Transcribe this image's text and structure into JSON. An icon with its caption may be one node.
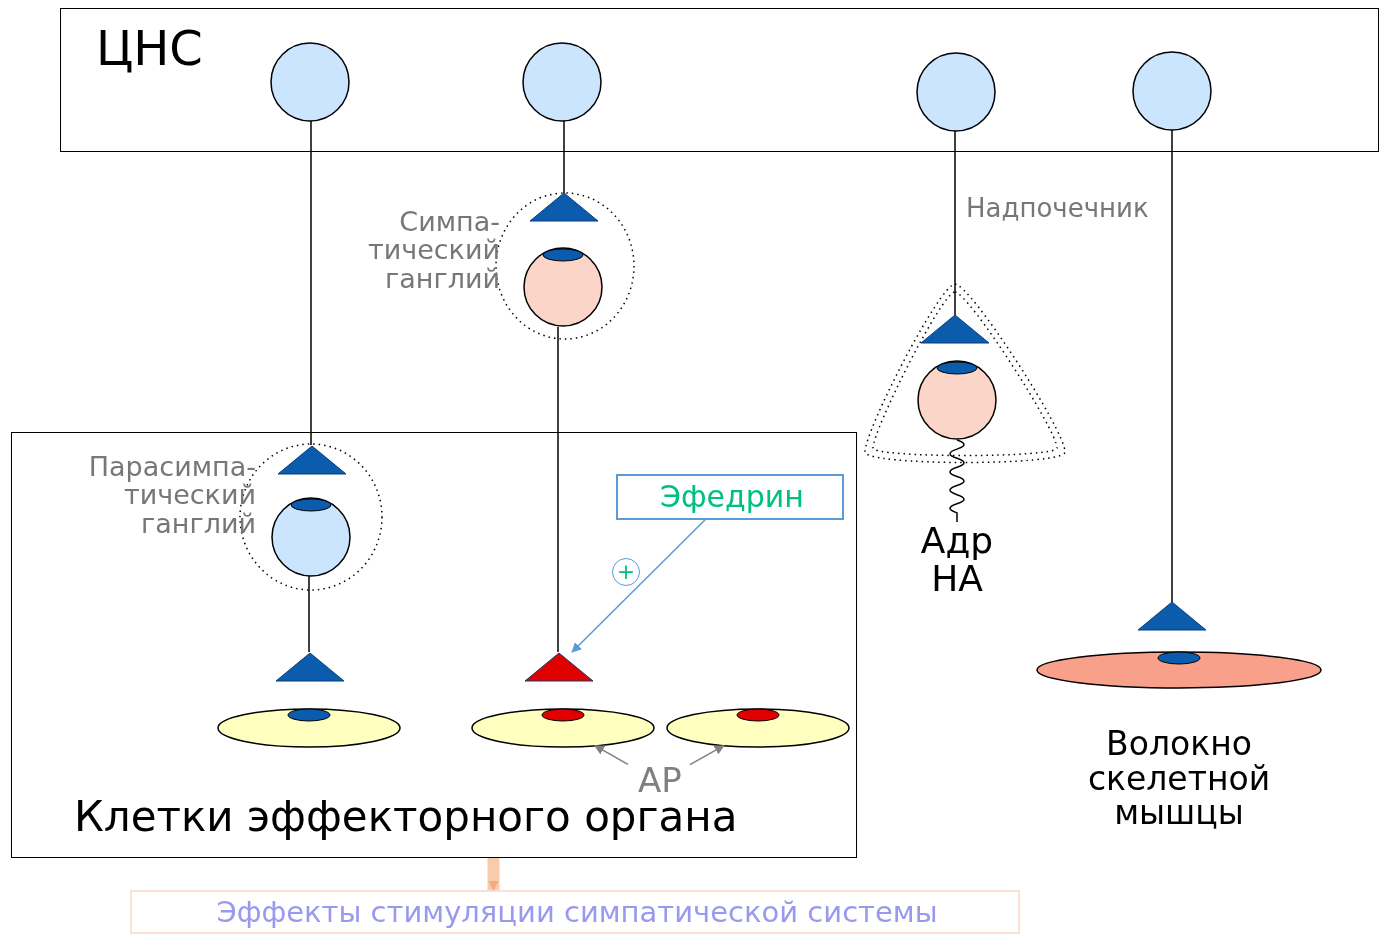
{
  "diagram": {
    "nodes": [
      {
        "text": [
          "ЦНС"
        ]
      },
      {
        "text": [],
        "shape": "circle",
        "in": 0
      },
      {
        "text": [],
        "shape": "circle",
        "in": 0
      },
      {
        "text": [],
        "shape": "circle",
        "in": 0
      },
      {
        "text": [],
        "shape": "circle",
        "in": 0
      },
      {
        "text": [
          "Симпа- тический ганглий"
        ]
      },
      {
        "text": [],
        "shape": "triangle",
        "in": 5
      },
      {
        "text": [],
        "shape": "circle",
        "in": 5
      },
      {
        "text": [
          "Клетки эффекторного органа"
        ]
      },
      {
        "text": [
          "Парасимпа- тический ганглий"
        ],
        "in": 8
      },
      {
        "text": [],
        "shape": "triangle",
        "in": 9
      },
      {
        "text": [],
        "shape": "circle",
        "in": 9
      },
      {
        "text": [],
        "shape": "triangle",
        "in": 8
      },
      {
        "text": [],
        "shape": "ellipse",
        "in": 8
      },
      {
        "text": [],
        "shape": "triangle",
        "in": 8
      },
      {
        "text": [],
        "shape": "ellipse",
        "in": 8
      },
      {
        "text": [],
        "shape": "ellipse",
        "in": 8
      },
      {
        "text": [
          "Эфедрин"
        ],
        "in": 8
      },
      {
        "text": [
          "АР"
        ],
        "in": 8
      },
      {
        "text": [
          "Надпочечник"
        ]
      },
      {
        "text": [],
        "shape": "triangle",
        "in": 19
      },
      {
        "text": [],
        "shape": "circle",
        "in": 19
      },
      {
        "text": [
          "Адр НА"
        ]
      },
      {
        "text": [],
        "shape": "triangle"
      },
      {
        "text": [],
        "shape": "ellipse",
        "beside": [
          "Волокно скелетной мышцы"
        ]
      },
      {
        "text": [
          "Эффекты стимуляции симпатической системы"
        ]
      }
    ],
    "edges": [
      {
        "from": 1,
        "to": 10,
        "arrow": "none"
      },
      {
        "from": 11,
        "to": 12,
        "arrow": "none"
      },
      {
        "from": 2,
        "to": 6,
        "arrow": "none"
      },
      {
        "from": 7,
        "to": 14,
        "arrow": "none"
      },
      {
        "from": 17,
        "to": 14,
        "arrow": "to",
        "label": "+",
        "color": "#5b9bd5"
      },
      {
        "from": 18,
        "to": 15,
        "arrow": "to",
        "color": "#808080"
      },
      {
        "from": 18,
        "to": 16,
        "arrow": "to",
        "color": "#808080"
      },
      {
        "from": 3,
        "to": 20,
        "arrow": "none"
      },
      {
        "from": 21,
        "to": 22,
        "arrow": "none"
      },
      {
        "from": 4,
        "to": 23,
        "arrow": "none"
      },
      {
        "from": 8,
        "to": 25,
        "arrow": "to",
        "style": "thick",
        "color": "#f8cbad"
      }
    ]
  }
}
